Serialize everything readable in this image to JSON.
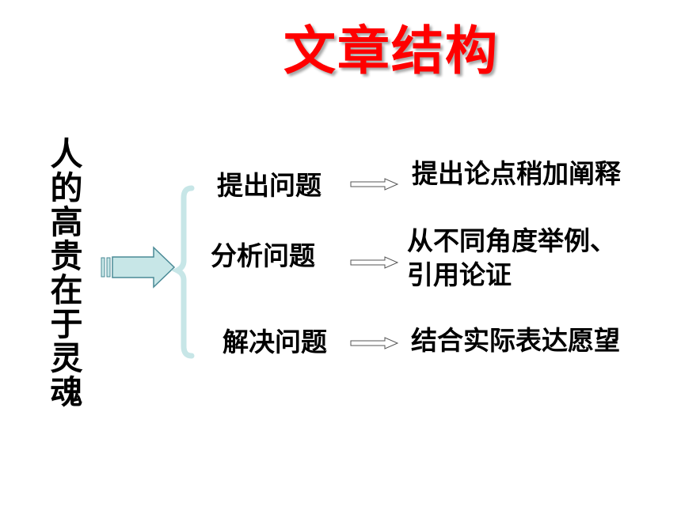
{
  "title": "文章结构",
  "thesis": "人的高贵在于灵魂",
  "rows": [
    {
      "label": "提出问题",
      "content": [
        "提出论点稍加阐释"
      ]
    },
    {
      "label": "分析问题",
      "content": [
        "从不同角度举例、",
        "引用论证"
      ]
    },
    {
      "label": "解决问题",
      "content": [
        "结合实际表达愿望"
      ]
    }
  ],
  "colors": {
    "title": "#ff0000",
    "arrow_fill": "#c7e6e7",
    "arrow_stroke": "#4a8a96",
    "brace": "#c7e6e7"
  }
}
